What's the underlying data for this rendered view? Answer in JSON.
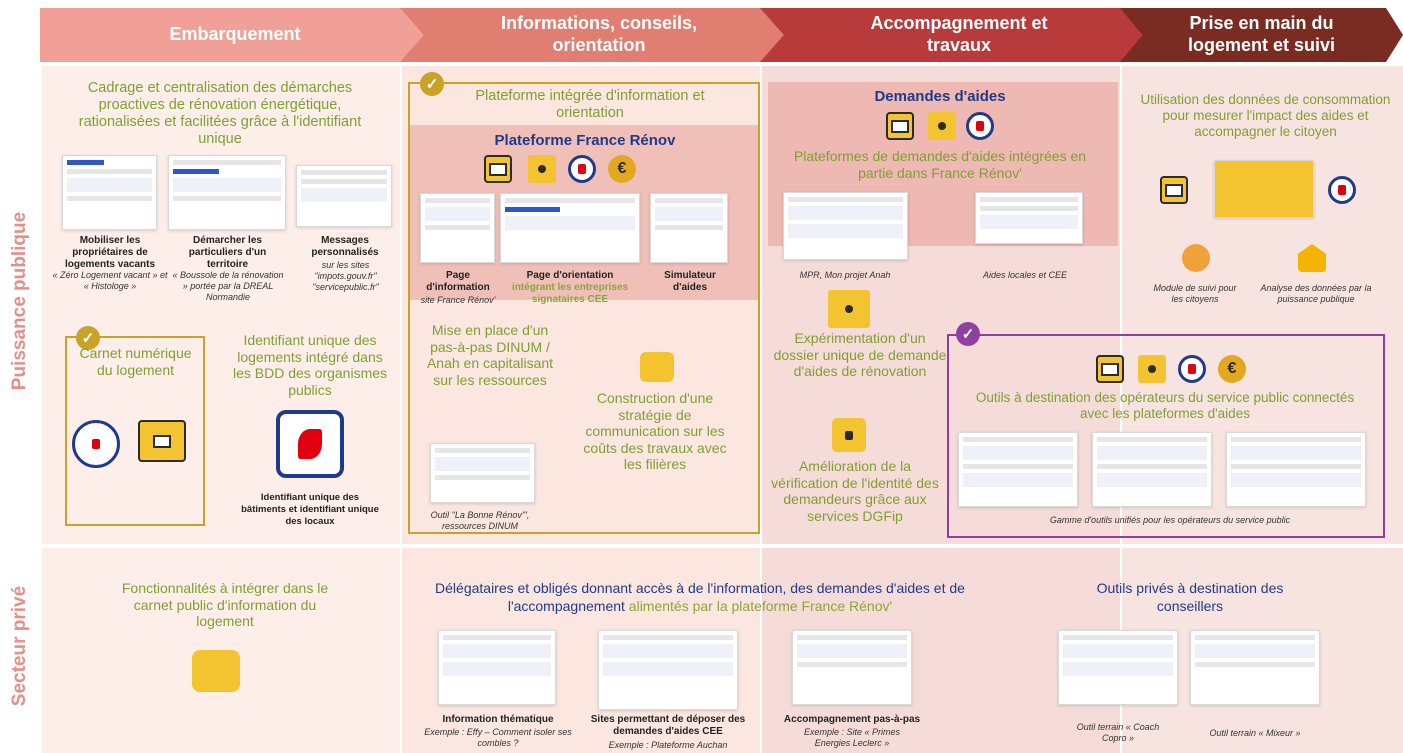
{
  "header": {
    "step1": "Embarquement",
    "step2": "Informations, conseils, orientation",
    "step3": "Accompagnement et travaux",
    "step4": "Prise en main du logement et suivi"
  },
  "side_labels": {
    "public": "Puissance publique",
    "private": "Secteur privé"
  },
  "col1": {
    "intro": "Cadrage et centralisation des démarches proactives de rénovation énergétique, rationalisées et facilitées grâce à l'identifiant unique",
    "item1_title": "Mobiliser les propriétaires de logements vacants",
    "item1_caption": "« Zéro Logement vacant » et « Histologe »",
    "item2_title": "Démarcher les particuliers d'un territoire",
    "item2_caption": "« Boussole de la rénovation » portée par la DREAL Normandie",
    "item3_title": "Messages personnalisés",
    "item3_caption": "sur les sites \"impots.gouv.fr\" \"servicepublic.fr\"",
    "carnet": "Carnet numérique du logement",
    "identifiant": "Identifiant unique des logements intégré dans les BDD des organismes publics",
    "identifiant_caption": "Identifiant unique des bâtiments et identifiant unique des locaux"
  },
  "col2": {
    "box_title": "Plateforme intégrée d'information et orientation",
    "platform_name": "Plateforme France Rénov",
    "page_info_title": "Page d'information",
    "page_info_caption": "site France Rénov'",
    "page_orient_title": "Page d'orientation",
    "page_orient_green": "intégrant les entreprises signataires CEE",
    "simulateur": "Simulateur d'aides",
    "pas_a_pas": "Mise en place d'un pas-à-pas DINUM / Anah en capitalisant sur les ressources",
    "strategie": "Construction d'une stratégie de communication sur les coûts des travaux avec les filières",
    "outil_caption": "Outil \"La Bonne Rénov'\", ressources DINUM"
  },
  "col3": {
    "demandes_title": "Demandes d'aides",
    "plateformes": "Plateformes de demandes d'aides intégrées en partie dans France Rénov'",
    "mpr_caption": "MPR, Mon projet Anah",
    "aides_locales_caption": "Aides locales et CEE",
    "experimentation": "Expérimentation d'un dossier unique de demande d'aides de rénovation",
    "amelioration": "Amélioration de la vérification de l'identité des demandeurs grâce aux services DGFip"
  },
  "col4": {
    "utilisation": "Utilisation des données de consommation pour mesurer l'impact des aides et accompagner le citoyen",
    "module_caption": "Module de suivi pour les citoyens",
    "analyse_caption": "Analyse des données par la puissance publique",
    "outils_operateurs": "Outils à destination des opérateurs du service public connectés avec les plateformes d'aides",
    "gamme_caption": "Gamme d'outils unifiés pour les opérateurs du service public"
  },
  "private": {
    "fonctionnalites": "Fonctionnalités à intégrer dans le carnet public d'information du logement",
    "delegataires_black1": "Délégataires et obligés donnant accès à de l'information, des demandes d'aides et de l'accompagnement",
    "delegataires_green": "alimentés par la plateforme France Rénov'",
    "outils_prives": "Outils privés à destination des conseillers",
    "info_title": "Information thématique",
    "info_caption": "Exemple : Effy – Comment isoler ses combles ?",
    "sites_title": "Sites permettant de déposer des demandes d'aides CEE",
    "sites_caption": "Exemple : Plateforme Auchan",
    "accomp_title": "Accompagnement pas-à-pas",
    "accomp_caption": "Exemple : Site « Primes Energies Leclerc »",
    "coach_caption": "Outil terrain « Coach Copro »",
    "mixeur_caption": "Outil terrain « Mixeur »"
  },
  "icons": {
    "euro": "€",
    "check": "✓"
  },
  "colors": {
    "green": "#8aa63a",
    "navy": "#1f3a8a",
    "gold": "#c9a227",
    "purple": "#8e3fa0"
  }
}
